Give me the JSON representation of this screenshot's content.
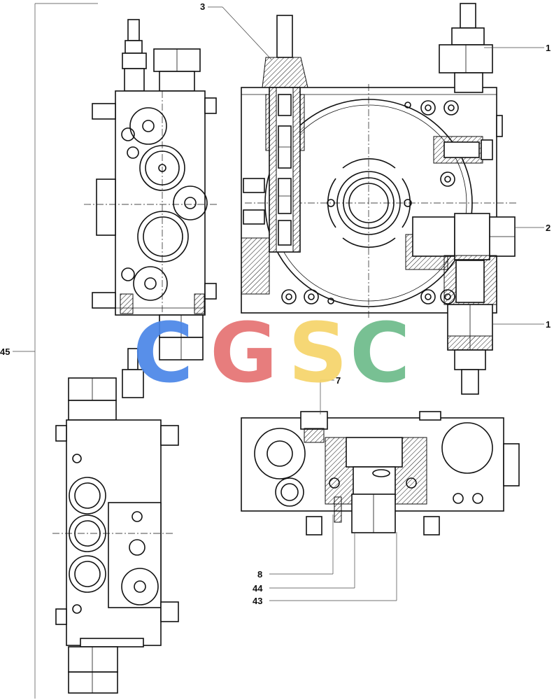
{
  "callouts": [
    {
      "id": "c1a",
      "label": "1"
    },
    {
      "id": "c1b",
      "label": "1"
    },
    {
      "id": "c2",
      "label": "2"
    },
    {
      "id": "c3",
      "label": "3"
    },
    {
      "id": "c7",
      "label": "7"
    },
    {
      "id": "c8",
      "label": "8"
    },
    {
      "id": "c44",
      "label": "44"
    },
    {
      "id": "c43",
      "label": "43"
    },
    {
      "id": "c45",
      "label": "45"
    }
  ],
  "watermark": {
    "letters": [
      "C",
      "G",
      "S",
      "C"
    ],
    "colors": [
      "#4a86e8",
      "#e57373",
      "#f6d46a",
      "#6dbb8a"
    ]
  }
}
